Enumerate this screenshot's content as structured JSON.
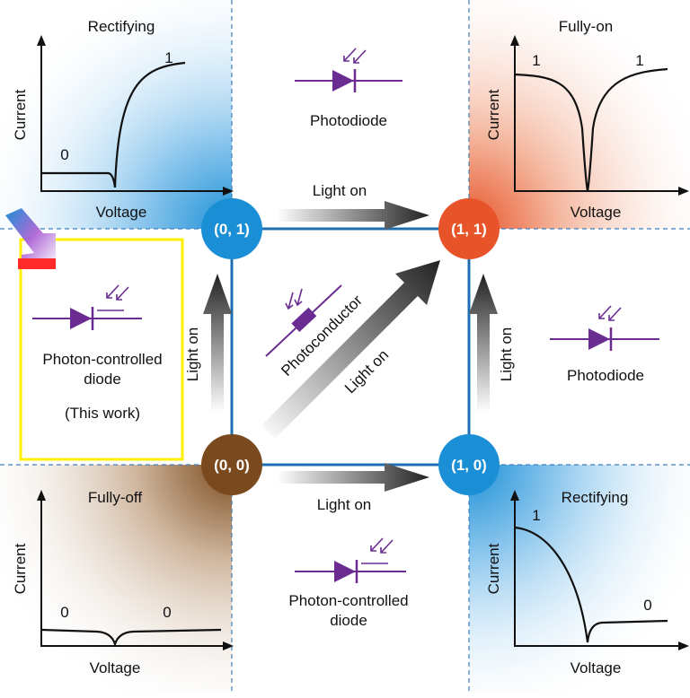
{
  "colors": {
    "blue_node": "#1b8fd6",
    "orange_node": "#e8542a",
    "brown_node": "#7a4a1e",
    "square_edge": "#1f6fb0",
    "diode": "#6a2c91",
    "highlight_box": "#ffef00",
    "dashed": "#3f7fbf"
  },
  "nodes": {
    "n00": "(0, 0)",
    "n01": "(0, 1)",
    "n10": "(1, 0)",
    "n11": "(1, 1)"
  },
  "arrows": {
    "top": "Light on",
    "bottom": "Light on",
    "left": "Light on",
    "right": "Light on",
    "diagonal": "Light on"
  },
  "devices": {
    "top_center": "Photodiode",
    "right_middle": "Photodiode",
    "bottom_center_line1": "Photon-controlled",
    "bottom_center_line2": "diode",
    "center": "Photoconductor",
    "highlight_line1": "Photon-controlled",
    "highlight_line2": "diode",
    "highlight_note": "(This work)"
  },
  "chart_data": [
    {
      "type": "line",
      "title": "Rectifying",
      "xlabel": "Voltage",
      "ylabel": "Current",
      "curve_labels": [
        "0",
        "1"
      ],
      "shape": "rectifying-forward"
    },
    {
      "type": "line",
      "title": "Fully-on",
      "xlabel": "Voltage",
      "ylabel": "Current",
      "curve_labels": [
        "1",
        "1"
      ],
      "shape": "conducting-both"
    },
    {
      "type": "line",
      "title": "Fully-off",
      "xlabel": "Voltage",
      "ylabel": "Current",
      "curve_labels": [
        "0",
        "0"
      ],
      "shape": "blocking-both"
    },
    {
      "type": "line",
      "title": "Rectifying",
      "xlabel": "Voltage",
      "ylabel": "Current",
      "curve_labels": [
        "1",
        "0"
      ],
      "shape": "rectifying-reverse"
    }
  ]
}
